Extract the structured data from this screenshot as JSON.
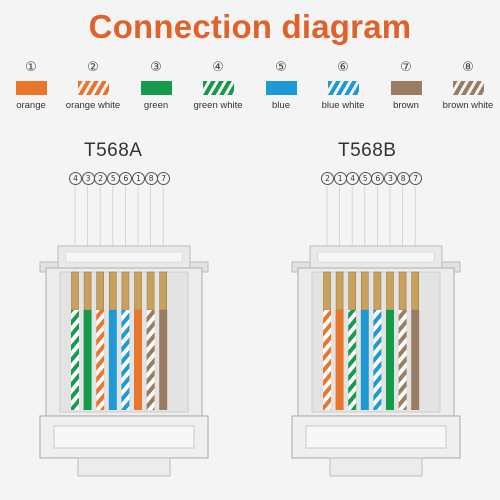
{
  "title": "Connection diagram",
  "colors": {
    "orange": "#e8762c",
    "green": "#169a4c",
    "blue": "#1d9ad6",
    "brown": "#9a7c62",
    "white": "#ffffff",
    "title": "#e0622a"
  },
  "legend": [
    {
      "num": "①",
      "label": "orange",
      "color": "orange",
      "striped": false
    },
    {
      "num": "②",
      "label": "orange white",
      "color": "orange",
      "striped": true
    },
    {
      "num": "③",
      "label": "green",
      "color": "green",
      "striped": false
    },
    {
      "num": "④",
      "label": "green white",
      "color": "green",
      "striped": true
    },
    {
      "num": "⑤",
      "label": "blue",
      "color": "blue",
      "striped": false
    },
    {
      "num": "⑥",
      "label": "blue white",
      "color": "blue",
      "striped": true
    },
    {
      "num": "⑦",
      "label": "brown",
      "color": "brown",
      "striped": false
    },
    {
      "num": "⑧",
      "label": "brown white",
      "color": "brown",
      "striped": true
    }
  ],
  "connectors": [
    {
      "name": "T568A",
      "order": [
        "4",
        "3",
        "2",
        "5",
        "6",
        "1",
        "8",
        "7"
      ],
      "wires": [
        {
          "color": "green",
          "striped": true
        },
        {
          "color": "green",
          "striped": false
        },
        {
          "color": "orange",
          "striped": true
        },
        {
          "color": "blue",
          "striped": false
        },
        {
          "color": "blue",
          "striped": true
        },
        {
          "color": "orange",
          "striped": false
        },
        {
          "color": "brown",
          "striped": true
        },
        {
          "color": "brown",
          "striped": false
        }
      ]
    },
    {
      "name": "T568B",
      "order": [
        "2",
        "1",
        "4",
        "5",
        "6",
        "3",
        "8",
        "7"
      ],
      "wires": [
        {
          "color": "orange",
          "striped": true
        },
        {
          "color": "orange",
          "striped": false
        },
        {
          "color": "green",
          "striped": true
        },
        {
          "color": "blue",
          "striped": false
        },
        {
          "color": "blue",
          "striped": true
        },
        {
          "color": "green",
          "striped": false
        },
        {
          "color": "brown",
          "striped": true
        },
        {
          "color": "brown",
          "striped": false
        }
      ]
    }
  ]
}
